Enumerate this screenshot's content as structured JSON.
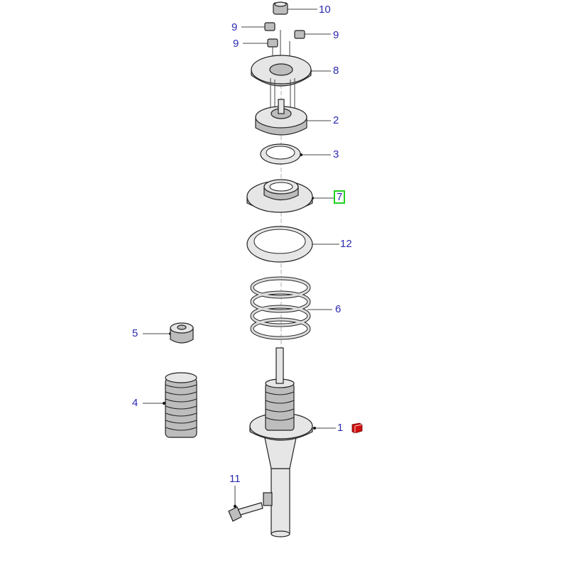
{
  "diagram": {
    "callouts": [
      {
        "id": "10",
        "label": "10"
      },
      {
        "id": "9a",
        "label": "9"
      },
      {
        "id": "9b",
        "label": "9"
      },
      {
        "id": "9c",
        "label": "9"
      },
      {
        "id": "8",
        "label": "8"
      },
      {
        "id": "2",
        "label": "2"
      },
      {
        "id": "3",
        "label": "3"
      },
      {
        "id": "7",
        "label": "7",
        "selected": true
      },
      {
        "id": "12",
        "label": "12"
      },
      {
        "id": "6",
        "label": "6"
      },
      {
        "id": "5",
        "label": "5"
      },
      {
        "id": "4",
        "label": "4"
      },
      {
        "id": "1",
        "label": "1"
      },
      {
        "id": "11",
        "label": "11"
      }
    ],
    "selected_color": "#1ed01e",
    "label_color": "#2b2bb0",
    "cart_icon": "add-to-cart-icon",
    "cart_color": "#d01010"
  }
}
